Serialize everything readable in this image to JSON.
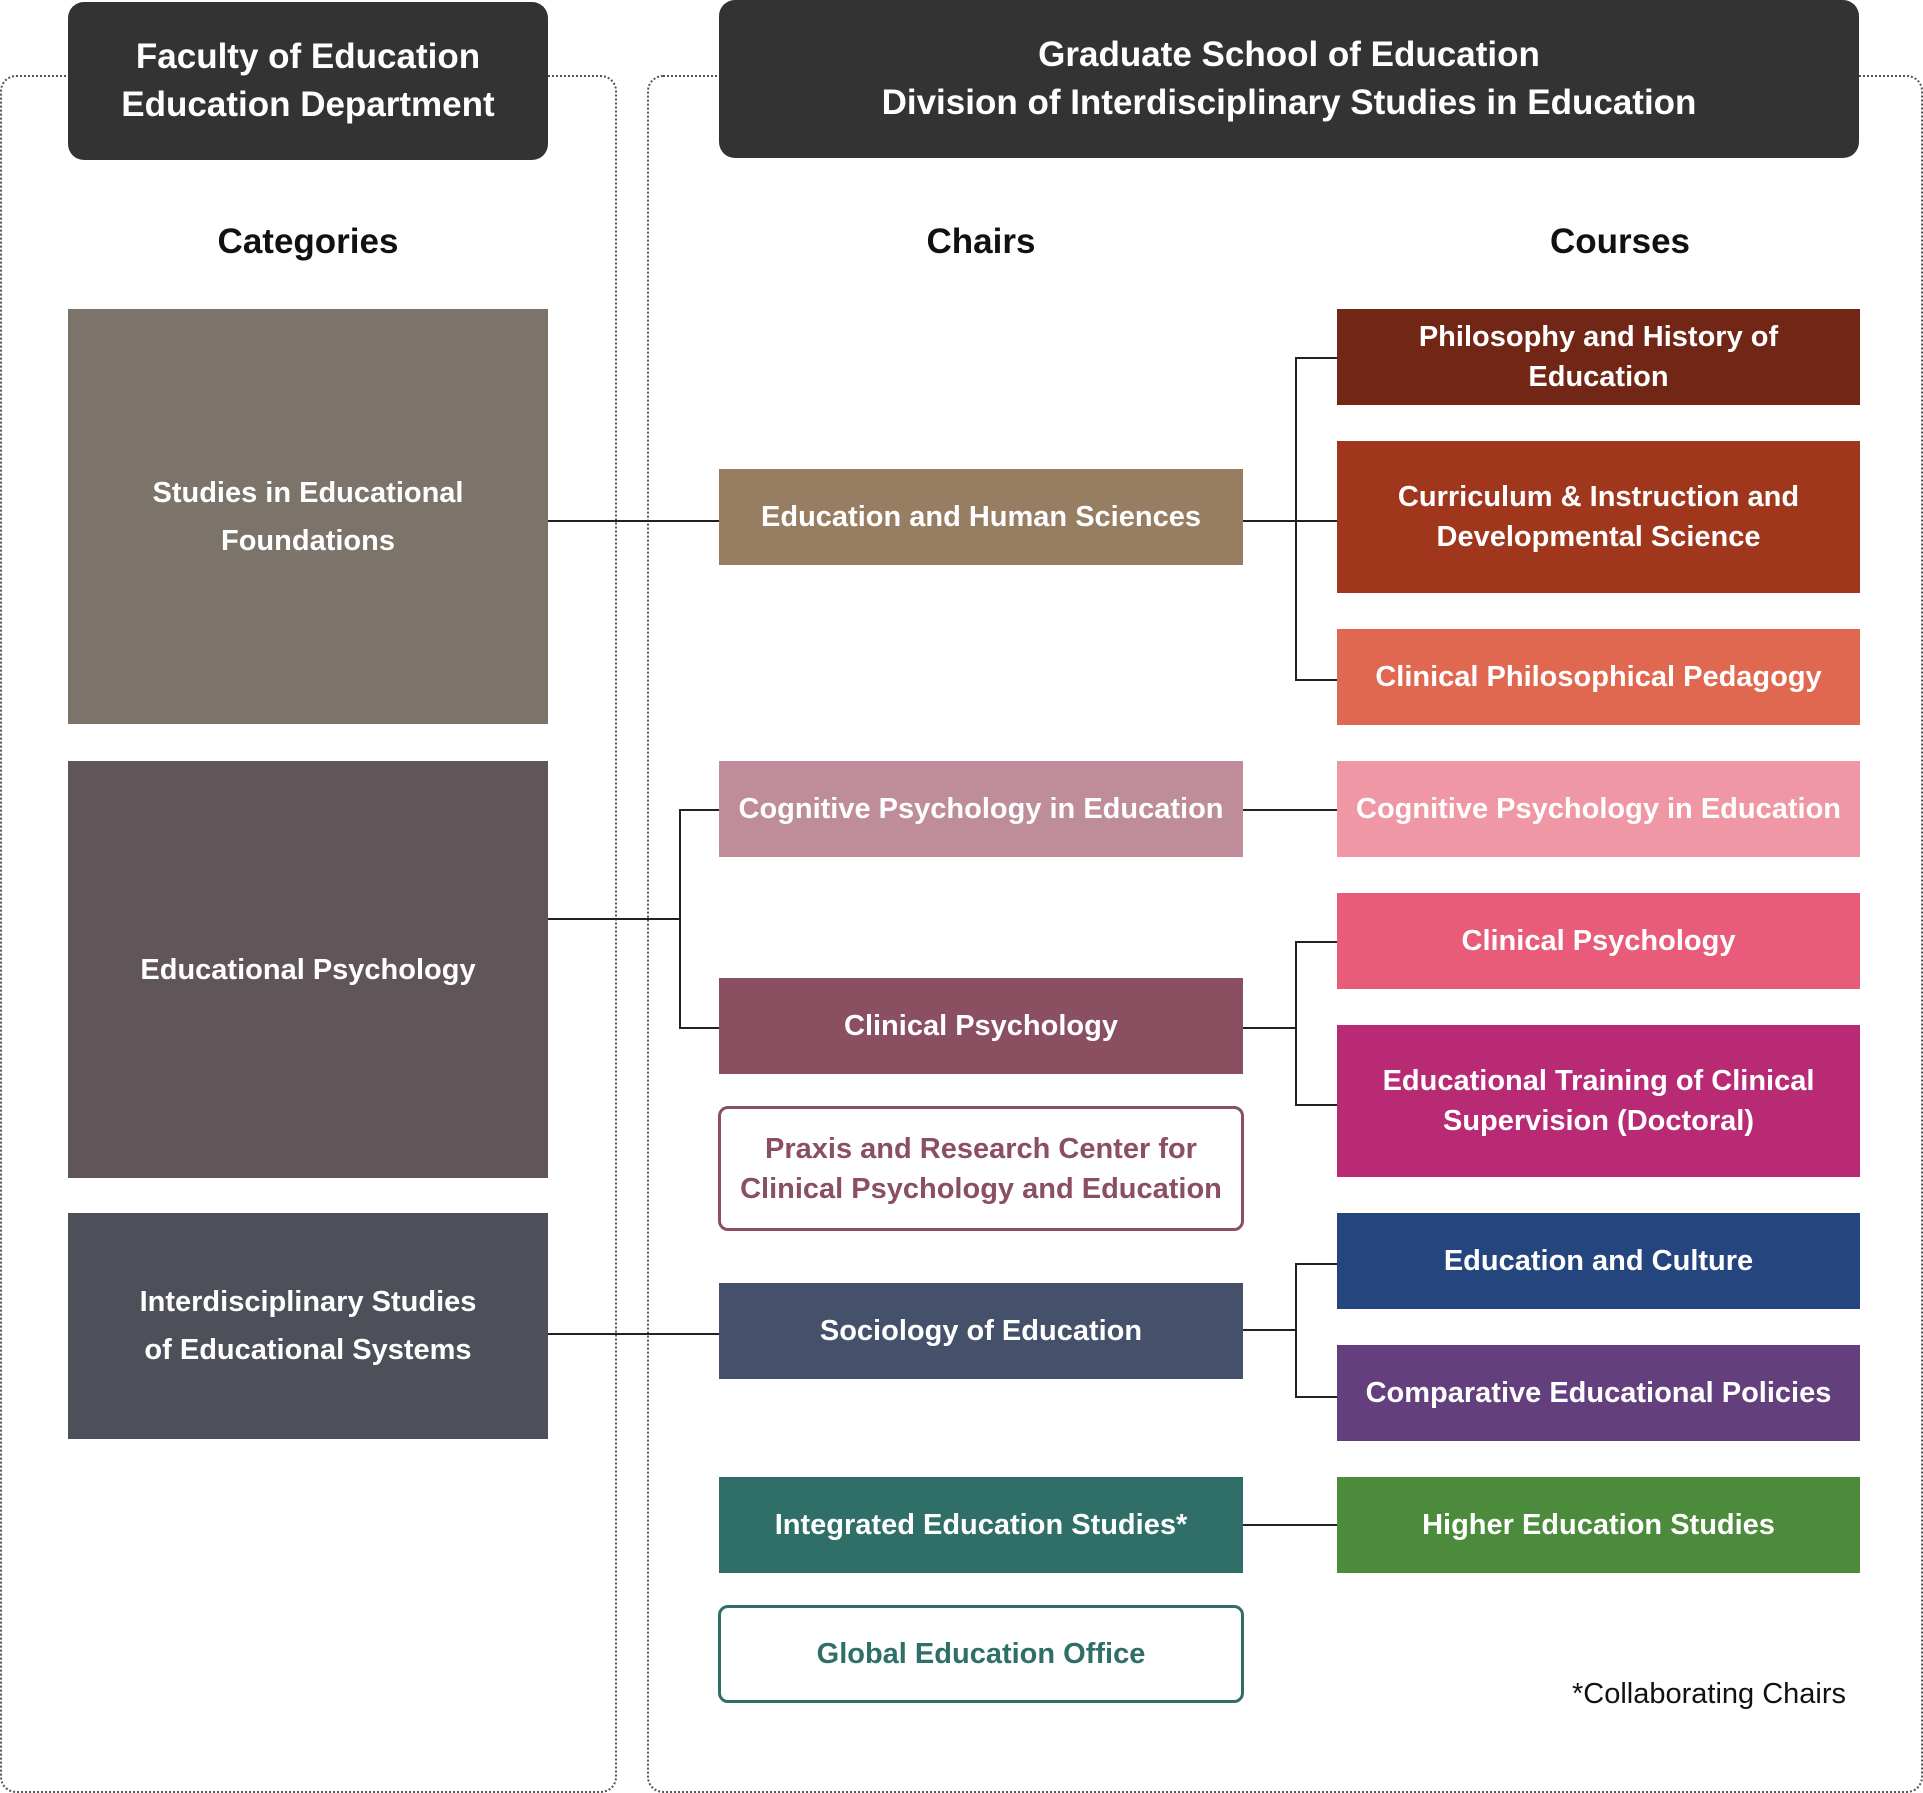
{
  "faculty": {
    "line1": "Faculty of Education",
    "line2": "Education Department"
  },
  "graduate": {
    "line1": "Graduate School of Education",
    "line2": "Division of Interdisciplinary Studies in Education"
  },
  "column_headers": {
    "categories": "Categories",
    "chairs": "Chairs",
    "courses": "Courses"
  },
  "categories": [
    {
      "line1": "Studies in Educational",
      "line2": "Foundations",
      "color": "#7c746a"
    },
    {
      "line1": "Educational Psychology",
      "line2": "",
      "color": "#605559"
    },
    {
      "line1": "Interdisciplinary Studies",
      "line2": "of Educational Systems",
      "color": "#4d5059"
    }
  ],
  "chairs": [
    {
      "line1": "Education and Human Sciences",
      "line2": "",
      "color": "#977d62"
    },
    {
      "line1": "Cognitive Psychology in Education",
      "line2": "",
      "color": "#bf8c9a"
    },
    {
      "line1": "Clinical Psychology",
      "line2": "",
      "color": "#8a4f61"
    },
    {
      "line1": "Praxis and Research Center for",
      "line2": "Clinical Psychology and Education",
      "color": "#8a4f61",
      "outlined": true
    },
    {
      "line1": "Sociology of Education",
      "line2": "",
      "color": "#45506a"
    },
    {
      "line1": "Integrated Education Studies*",
      "line2": "",
      "color": "#2f6f67"
    },
    {
      "line1": "Global Education Office",
      "line2": "",
      "color": "#2f6f67",
      "outlined": true
    }
  ],
  "courses": [
    {
      "line1": "Philosophy and History of Education",
      "line2": "",
      "color": "#722616"
    },
    {
      "line1": "Curriculum & Instruction and",
      "line2": "Developmental Science",
      "color": "#a0371d"
    },
    {
      "line1": "Clinical Philosophical Pedagogy",
      "line2": "",
      "color": "#e06750"
    },
    {
      "line1": "Cognitive Psychology in Education",
      "line2": "",
      "color": "#ef97a5"
    },
    {
      "line1": "Clinical Psychology",
      "line2": "",
      "color": "#e95c79"
    },
    {
      "line1": "Educational Training of Clinical",
      "line2": "Supervision (Doctoral)",
      "color": "#b82a73"
    },
    {
      "line1": "Education and Culture",
      "line2": "",
      "color": "#25457f"
    },
    {
      "line1": "Comparative Educational Policies",
      "line2": "",
      "color": "#633f7e"
    },
    {
      "line1": "Higher Education Studies",
      "line2": "",
      "color": "#4c8a3c"
    }
  ],
  "footnote": "*Collaborating Chairs"
}
